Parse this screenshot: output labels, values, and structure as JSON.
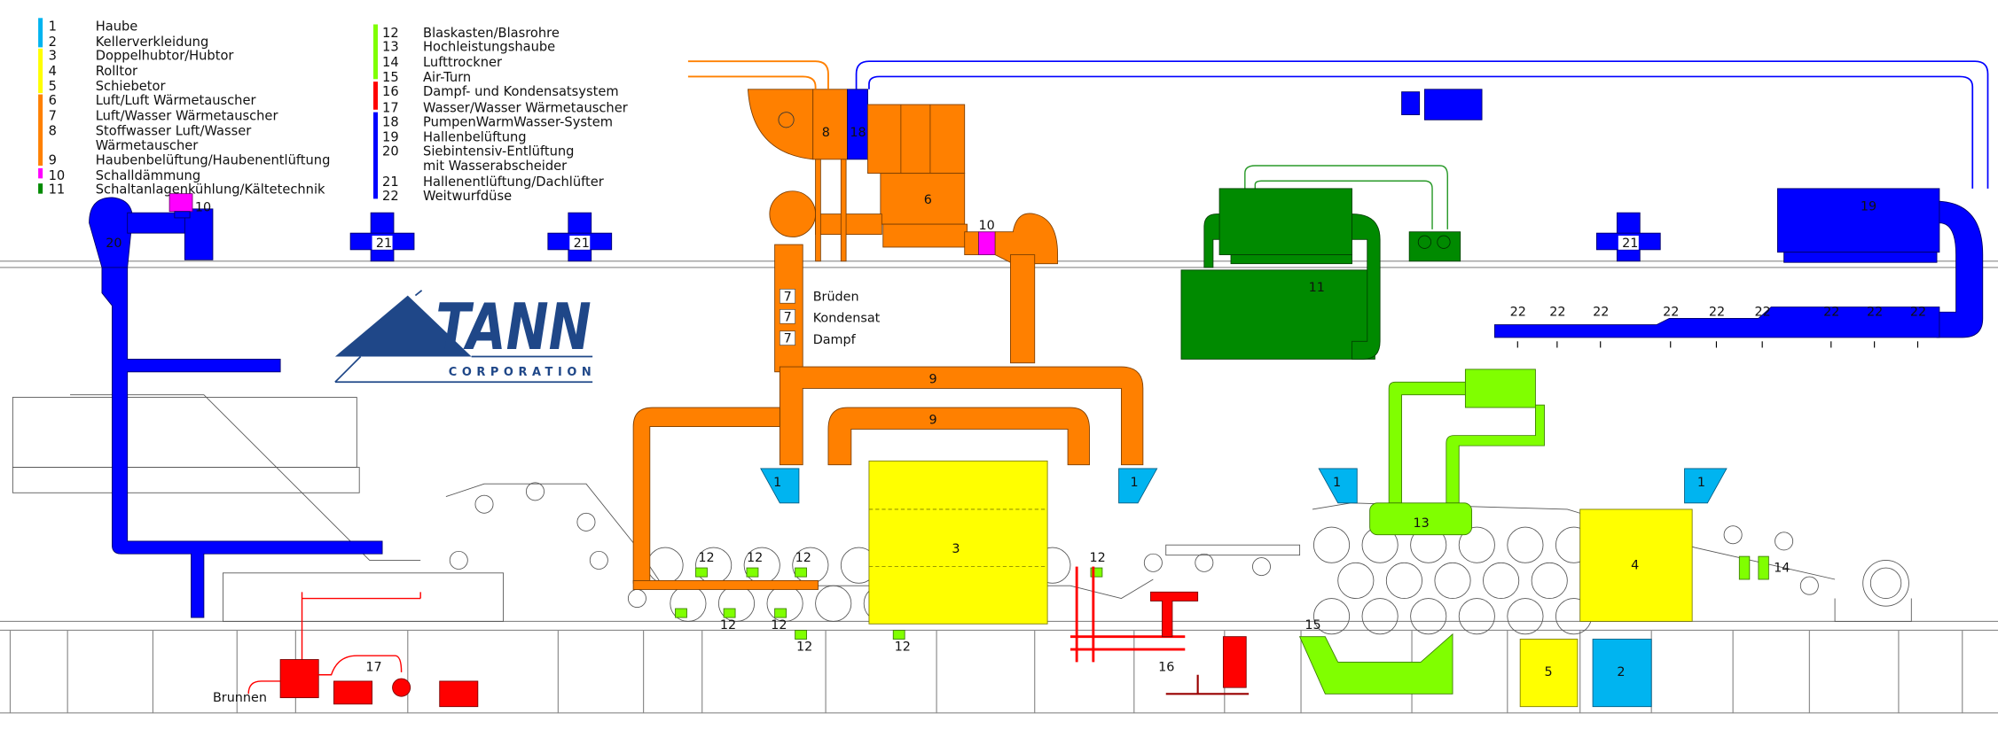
{
  "colors": {
    "orange": "#ff8000",
    "blue": "#0000ff",
    "green": "#008a00",
    "lime": "#80ff00",
    "cyan": "#00b4f0",
    "yellow": "#ffff00",
    "red": "#ff0000",
    "magenta": "#ff00ff",
    "logo_blue": "#1f4788"
  },
  "legend": {
    "column1": [
      {
        "number": "1",
        "text": "Haube"
      },
      {
        "number": "2",
        "text": "Kellerverkleidung"
      },
      {
        "number": "3",
        "text": "Doppelhubtor/Hubtor"
      },
      {
        "number": "4",
        "text": "Rolltor"
      },
      {
        "number": "5",
        "text": "Schiebetor"
      },
      {
        "number": "6",
        "text": "Luft/Luft Wärmetauscher"
      },
      {
        "number": "7",
        "text": "Luft/Wasser Wärmetauscher"
      },
      {
        "number": "8",
        "text": "Stoffwasser Luft/Wasser",
        "text2": "Wärmetauscher"
      },
      {
        "number": "9",
        "text": "Haubenbelüftung/Haubenentlüftung"
      },
      {
        "number": "10",
        "text": "Schalldämmung"
      },
      {
        "number": "11",
        "text": "Schaltanlagenkühlung/Kältetechnik"
      }
    ],
    "column2": [
      {
        "number": "12",
        "text": "Blaskasten/Blasrohre"
      },
      {
        "number": "13",
        "text": "Hochleistungshaube"
      },
      {
        "number": "14",
        "text": "Lufttrockner"
      },
      {
        "number": "15",
        "text": "Air-Turn"
      },
      {
        "number": "16",
        "text": "Dampf- und Kondensatsystem"
      },
      {
        "number": "17",
        "text": "Wasser/Wasser Wärmetauscher"
      },
      {
        "number": "18",
        "text": "PumpenWarmWasser-System"
      },
      {
        "number": "19",
        "text": "Hallenbelüftung"
      },
      {
        "number": "20",
        "text": "Siebintensiv-Entlüftung",
        "text2": "mit Wasserabscheider"
      },
      {
        "number": "21",
        "text": "Hallenentlüftung/Dachlüfter"
      },
      {
        "number": "22",
        "text": "Weitwurfdüse"
      }
    ],
    "color_groups": [
      {
        "color": "cyan",
        "items": [
          "1",
          "2"
        ]
      },
      {
        "color": "yellow",
        "items": [
          "3",
          "4",
          "5"
        ]
      },
      {
        "color": "orange",
        "items": [
          "6",
          "7",
          "8",
          "9"
        ]
      },
      {
        "color": "magenta",
        "items": [
          "10"
        ]
      },
      {
        "color": "green",
        "items": [
          "11"
        ]
      },
      {
        "color": "lime",
        "items": [
          "12",
          "13",
          "14",
          "15"
        ]
      },
      {
        "color": "red",
        "items": [
          "16",
          "17"
        ]
      },
      {
        "color": "blue",
        "items": [
          "18",
          "19",
          "20",
          "21",
          "22"
        ]
      }
    ]
  },
  "logo": {
    "name": "TANN",
    "subtitle": "CORPORATION"
  },
  "annotations": {
    "bruden": "Brüden",
    "kondensat": "Kondensat",
    "dampf": "Dampf",
    "brunnen": "Brunnen"
  },
  "tags": {
    "t1": "1",
    "t2": "2",
    "t3": "3",
    "t4": "4",
    "t5": "5",
    "t6": "6",
    "t7": "7",
    "t8": "8",
    "t9": "9",
    "t10": "10",
    "t11": "11",
    "t12": "12",
    "t13": "13",
    "t14": "14",
    "t15": "15",
    "t16": "16",
    "t17": "17",
    "t18": "18",
    "t19": "19",
    "t20": "20",
    "t21": "21",
    "t22": "22"
  }
}
